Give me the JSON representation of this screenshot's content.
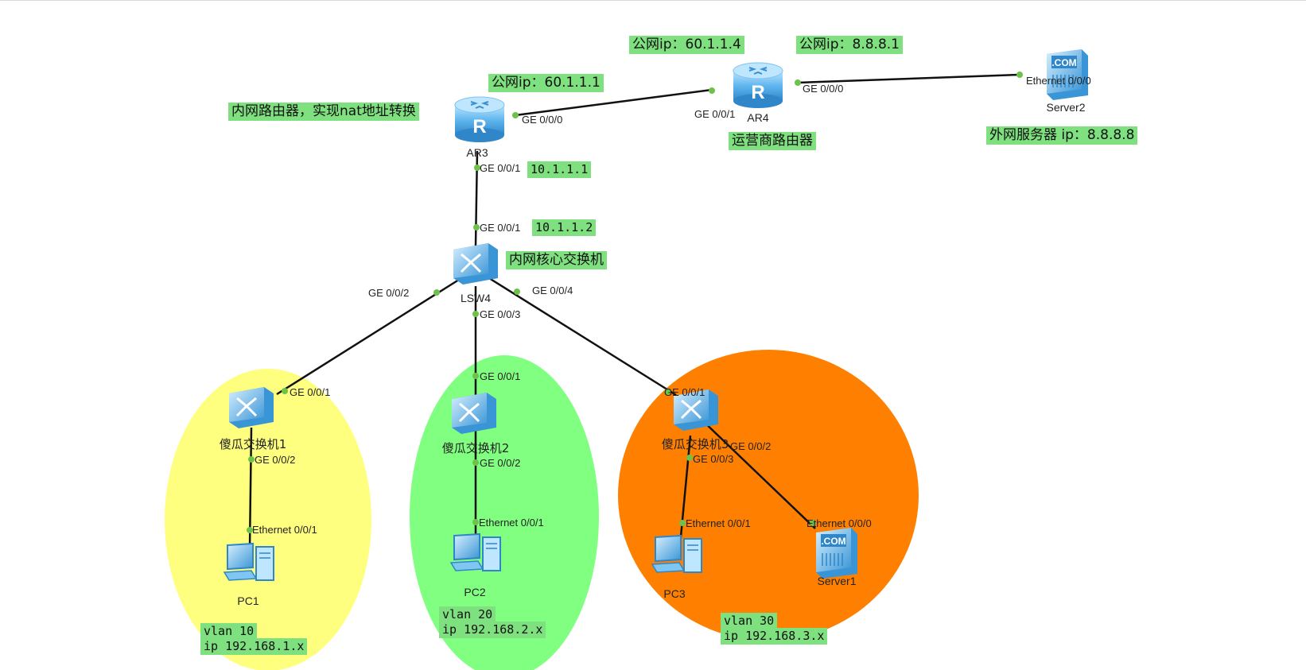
{
  "notes": {
    "ar3_desc": "内网路由器，实现nat地址转换",
    "ar3_public_ip": "公网ip：60.1.1.1",
    "ar4_public_ip_a": "公网ip：60.1.1.4",
    "ar4_public_ip_b": "公网ip：8.8.8.1",
    "ar4_desc": "运营商路由器",
    "server2_desc": "外网服务器 ip：8.8.8.8",
    "ar3_ge001_ip": "10.1.1.1",
    "lsw4_ge001_ip": "10.1.1.2",
    "lsw4_desc": "内网核心交换机",
    "vlan10_name": "vlan 10",
    "vlan10_ip": "ip 192.168.1.x",
    "vlan20_name": "vlan 20",
    "vlan20_ip": "ip 192.168.2.x",
    "vlan30_name": "vlan 30",
    "vlan30_ip": "ip 192.168.3.x"
  },
  "devices": {
    "ar3": "AR3",
    "ar4": "AR4",
    "server2": "Server2",
    "lsw4": "LSW4",
    "sw1": "傻瓜交换机1",
    "sw2": "傻瓜交换机2",
    "sw3": "傻瓜交换机3",
    "pc1": "PC1",
    "pc2": "PC2",
    "pc3": "PC3",
    "server1": "Server1"
  },
  "ports": {
    "ar3_ge000": "GE 0/0/0",
    "ar3_ge001": "GE 0/0/1",
    "ar4_ge001": "GE 0/0/1",
    "ar4_ge000": "GE 0/0/0",
    "server2_eth": "Ethernet 0/0/0",
    "lsw4_ge001": "GE 0/0/1",
    "lsw4_ge002": "GE 0/0/2",
    "lsw4_ge003": "GE 0/0/3",
    "lsw4_ge004": "GE 0/0/4",
    "sw1_ge001": "GE 0/0/1",
    "sw1_ge002": "GE 0/0/2",
    "sw2_ge001": "GE 0/0/1",
    "sw2_ge002": "GE 0/0/2",
    "sw3_ge001": "GE 0/0/1",
    "sw3_ge002": "GE 0/0/2",
    "sw3_ge003": "GE 0/0/3",
    "pc1_eth": "Ethernet 0/0/1",
    "pc2_eth": "Ethernet 0/0/1",
    "pc3_eth": "Ethernet 0/0/1",
    "server1_eth": "Ethernet 0/0/0"
  },
  "colors": {
    "vlan10_zone": "#ffff7f",
    "vlan20_zone": "#80ff80",
    "vlan30_zone": "#ff8000",
    "note_bg": "#7ee07e",
    "link": "#111111",
    "port_dot": "#6cc24a",
    "device_blue": "#5fb6ee"
  }
}
